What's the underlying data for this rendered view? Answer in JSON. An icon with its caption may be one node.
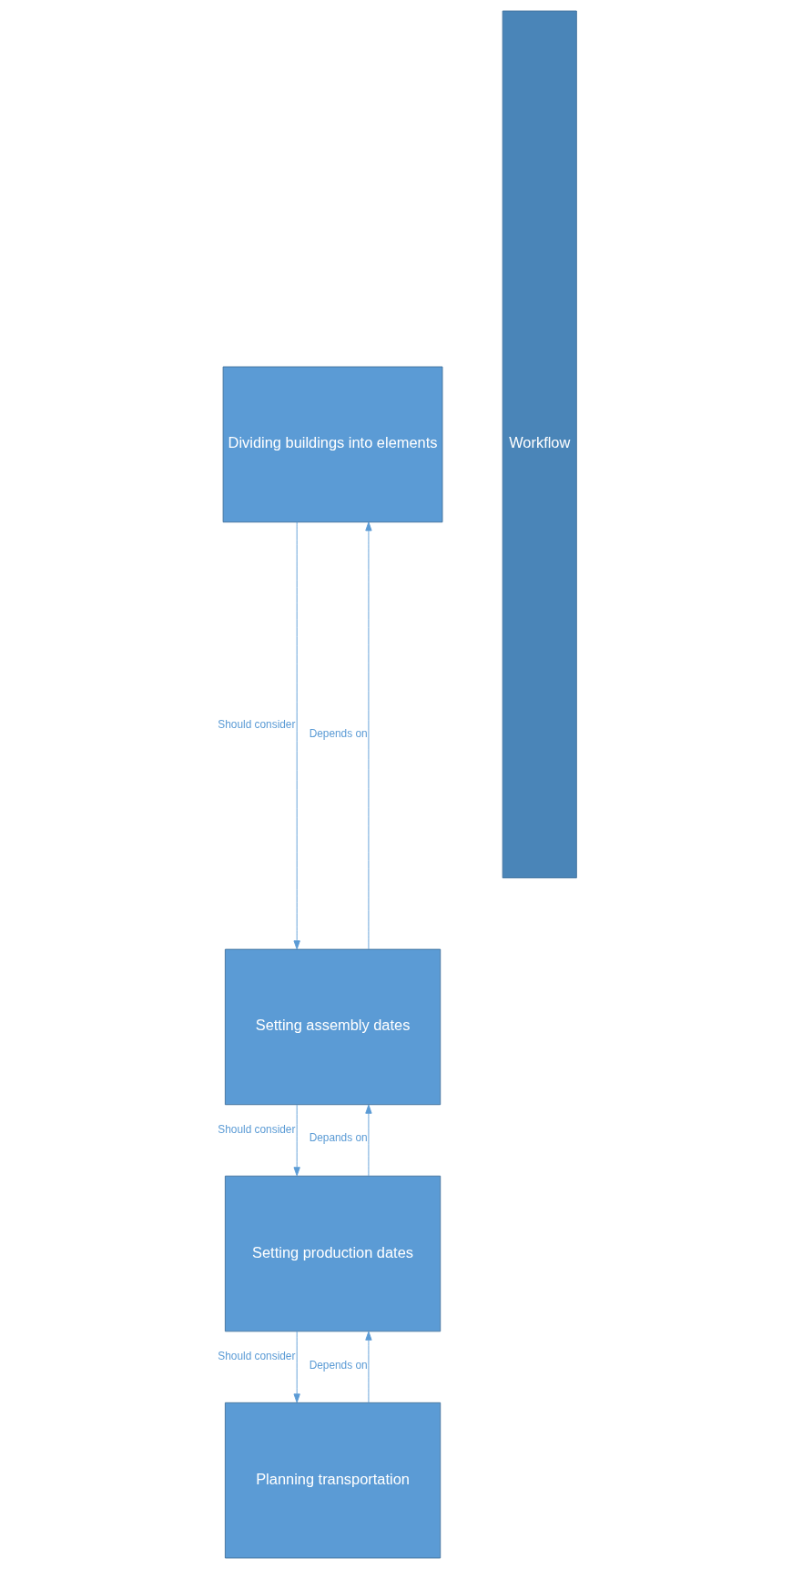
{
  "diagram": {
    "nodes": [
      {
        "text": [
          "Dividing buildings into elements"
        ]
      },
      {
        "text": [
          "Setting assembly dates"
        ]
      },
      {
        "text": [
          "Setting production dates"
        ]
      },
      {
        "text": [
          "Planning transportation"
        ]
      },
      {
        "text": [
          "Workflow"
        ]
      }
    ],
    "edges": [
      {
        "from": 0,
        "to": 1,
        "arrow": "to",
        "label": "Should consider"
      },
      {
        "from": 1,
        "to": 0,
        "arrow": "to",
        "label": "Depends on"
      },
      {
        "from": 1,
        "to": 2,
        "arrow": "to",
        "label": "Should consider"
      },
      {
        "from": 2,
        "to": 1,
        "arrow": "to",
        "label": "Depands on"
      },
      {
        "from": 2,
        "to": 3,
        "arrow": "to",
        "label": "Should consider"
      },
      {
        "from": 3,
        "to": 2,
        "arrow": "to",
        "label": "Depends on"
      }
    ]
  }
}
